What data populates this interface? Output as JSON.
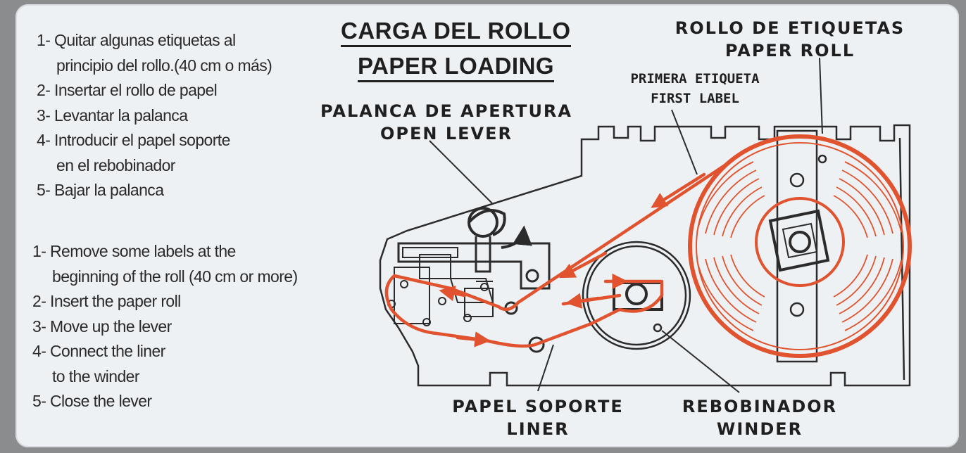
{
  "title": {
    "es": "CARGA DEL ROLLO",
    "en": "PAPER LOADING"
  },
  "instructions_es": [
    {
      "text": "1- Quitar algunas etiquetas al",
      "indent": false
    },
    {
      "text": "principio del rollo.(40 cm o más)",
      "indent": true
    },
    {
      "text": "2- Insertar el rollo de papel",
      "indent": false
    },
    {
      "text": "3- Levantar la palanca",
      "indent": false
    },
    {
      "text": "4- Introducir el papel soporte",
      "indent": false
    },
    {
      "text": "en el rebobinador",
      "indent": true
    },
    {
      "text": "5- Bajar la palanca",
      "indent": false
    }
  ],
  "instructions_en": [
    {
      "text": "1- Remove some labels at the",
      "indent": false
    },
    {
      "text": "beginning of the roll (40 cm or more)",
      "indent": true
    },
    {
      "text": "2- Insert the paper roll",
      "indent": false
    },
    {
      "text": "3- Move up the lever",
      "indent": false
    },
    {
      "text": "4- Connect the liner",
      "indent": false
    },
    {
      "text": "to the winder",
      "indent": true
    },
    {
      "text": "5- Close the lever",
      "indent": false
    }
  ],
  "callouts": {
    "open_lever": {
      "es": "PALANCA DE APERTURA",
      "en": "OPEN LEVER"
    },
    "paper_roll": {
      "es": "ROLLO DE ETIQUETAS",
      "en": "PAPER ROLL"
    },
    "first_label": {
      "es": "PRIMERA ETIQUETA",
      "en": "FIRST LABEL"
    },
    "liner": {
      "es": "PAPEL SOPORTE",
      "en": "LINER"
    },
    "winder": {
      "es": "REBOBINADOR",
      "en": "WINDER"
    }
  },
  "colors": {
    "paper_path": "#e0532e",
    "line": "#2b2b2b",
    "card": "#eef1f4"
  }
}
